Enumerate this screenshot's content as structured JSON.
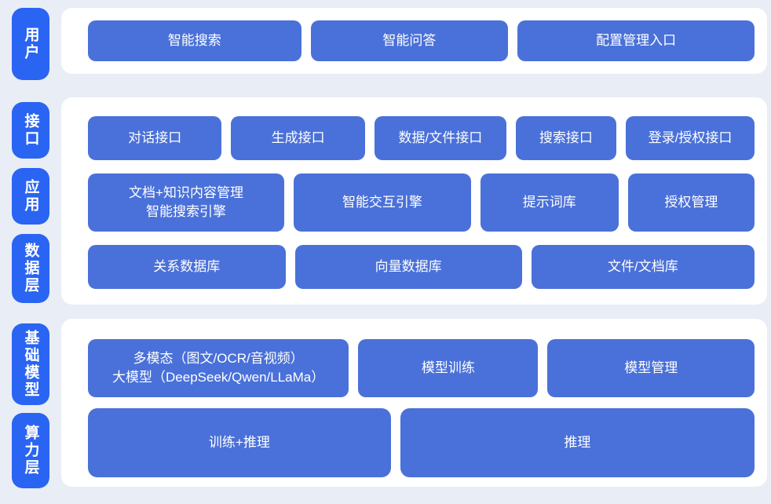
{
  "colors": {
    "page_bg": "#e9edf5",
    "panel_bg": "#ffffff",
    "layer_tile_blue": "#2a64f2",
    "node_blue": "#4a71d9",
    "text": "#ffffff"
  },
  "sections": [
    {
      "name": "user-layer",
      "labels": [
        {
          "text": "用户"
        }
      ],
      "rows": [
        {
          "buttons": [
            {
              "label": "智能搜索"
            },
            {
              "label": "智能问答"
            },
            {
              "label": "配置管理入口"
            }
          ]
        }
      ]
    },
    {
      "name": "middle-layers",
      "labels": [
        {
          "text": "接口"
        },
        {
          "text": "应用"
        },
        {
          "text": "数据层"
        }
      ],
      "rows": [
        {
          "buttons": [
            {
              "label": "对话接口"
            },
            {
              "label": "生成接口"
            },
            {
              "label": "数据/文件接口"
            },
            {
              "label": "搜索接口"
            },
            {
              "label": "登录/授权接口"
            }
          ]
        },
        {
          "buttons": [
            {
              "label_line1": "文档+知识内容管理",
              "label_line2": "智能搜索引擎"
            },
            {
              "label": "智能交互引擎"
            },
            {
              "label": "提示词库"
            },
            {
              "label": "授权管理"
            }
          ]
        },
        {
          "buttons": [
            {
              "label": "关系数据库"
            },
            {
              "label": "向量数据库"
            },
            {
              "label": "文件/文档库"
            }
          ]
        }
      ]
    },
    {
      "name": "model-compute-layers",
      "labels": [
        {
          "text": "基础模型"
        },
        {
          "text": "算力层"
        }
      ],
      "rows": [
        {
          "buttons": [
            {
              "label_line1": "多模态（图文/OCR/音视频）",
              "label_line2": "大模型（DeepSeek/Qwen/LLaMa）"
            },
            {
              "label": "模型训练"
            },
            {
              "label": "模型管理"
            }
          ]
        },
        {
          "buttons": [
            {
              "label": "训练+推理"
            },
            {
              "label": "推理"
            }
          ]
        }
      ]
    }
  ]
}
